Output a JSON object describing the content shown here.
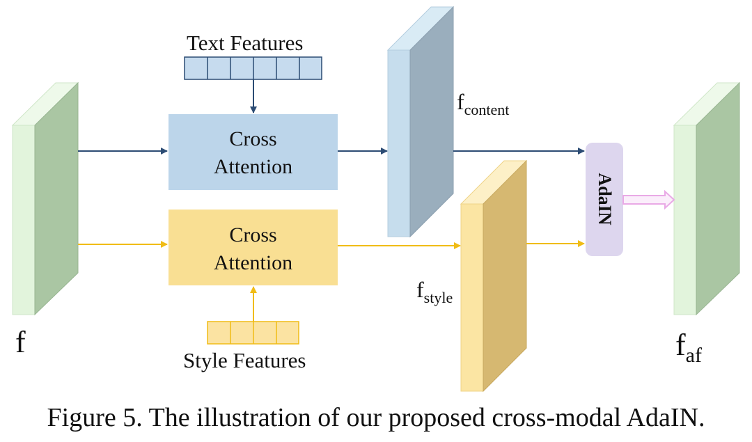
{
  "text_features": {
    "label": "Text Features",
    "cells": 6
  },
  "style_features": {
    "label": "Style Features",
    "cells": 4
  },
  "cross_attention_text": {
    "line1": "Cross",
    "line2": "Attention"
  },
  "cross_attention_style": {
    "line1": "Cross",
    "line2": "Attention"
  },
  "labels": {
    "f": "f",
    "f_content_main": "f",
    "f_content_sub": "content",
    "f_style_main": "f",
    "f_style_sub": "style",
    "f_af_main": "f",
    "f_af_sub": "af",
    "adain": "AdaIN"
  },
  "caption": "Figure 5. The illustration of our proposed cross-modal AdaIN.",
  "colors": {
    "green_front": "#e2f4dc",
    "green_side": "#aac6a3",
    "blue_front": "#c6dded",
    "blue_side": "#9aaebd",
    "yellow_front": "#fbe5a3",
    "yellow_side": "#d6b871",
    "blue_box": "#bcd5ea",
    "yellow_box": "#f9df93",
    "adain_box": "#ddd6ee",
    "arrow_blue": "#2c4c74",
    "arrow_yellow": "#f0bc16",
    "arrow_pink": "#e9a9e6"
  }
}
